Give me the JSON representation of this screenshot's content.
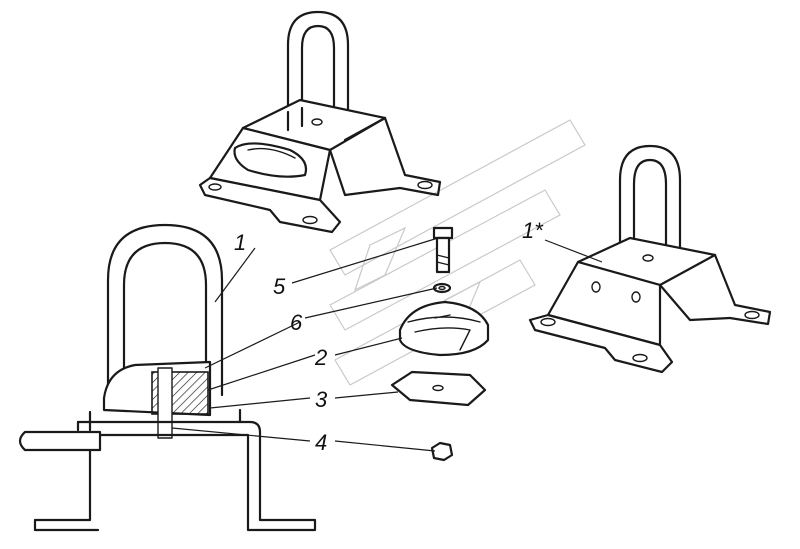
{
  "callouts": {
    "c1": "1",
    "c1s": "1*",
    "c2": "2",
    "c3": "3",
    "c4": "4",
    "c5": "5",
    "c6": "6"
  }
}
